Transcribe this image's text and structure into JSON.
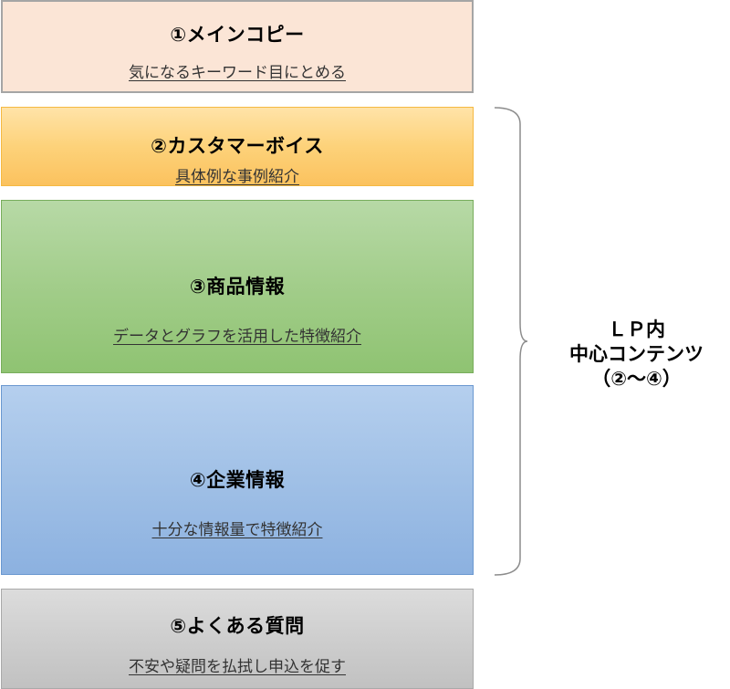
{
  "sections": [
    {
      "title": "①メインコピー",
      "subtitle": "気になるキーワード目にとめる",
      "color": "#fbe5d6"
    },
    {
      "title": "②カスタマーボイス",
      "subtitle": "具体例な事例紹介",
      "color": "#fdd27a"
    },
    {
      "title": "③商品情報",
      "subtitle": "データとグラフを活用した特徴紹介",
      "color": "#a2cd8a"
    },
    {
      "title": "④企業情報",
      "subtitle": "十分な情報量で特徴紹介",
      "color": "#a0c0e6"
    },
    {
      "title": "⑤よくある質問",
      "subtitle": "不安や疑問を払拭し申込を促す",
      "color": "#cecece"
    }
  ],
  "brace_label": {
    "line1": "ＬＰ内",
    "line2": "中心コンテンツ",
    "line3": "（②〜④）"
  }
}
